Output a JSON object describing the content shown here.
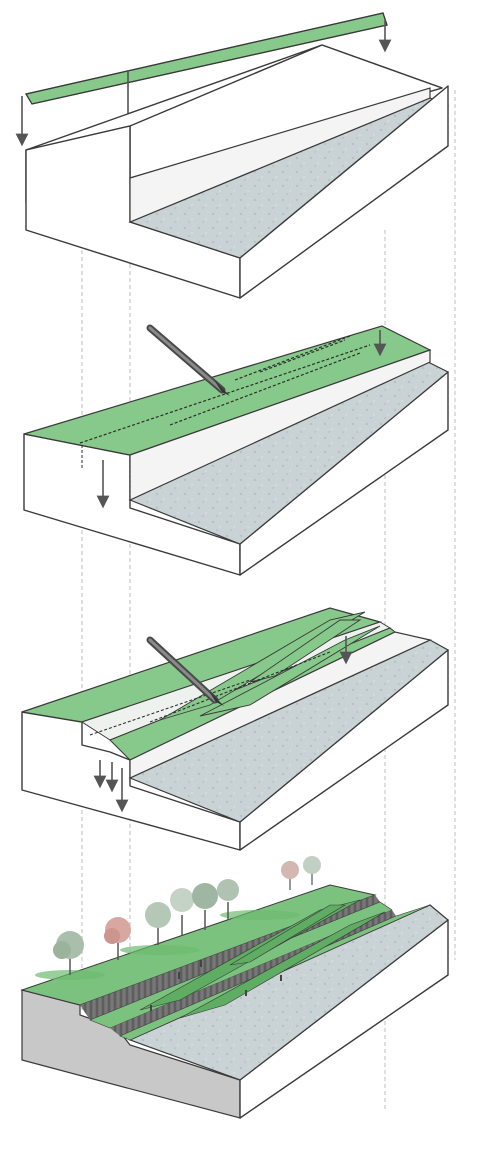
{
  "colors": {
    "green_surface": "#86c98a",
    "green_dark": "#5aa85f",
    "water": "#c9d2d4",
    "water_texture": "#b4bec1",
    "outline": "#3a3a3a",
    "guide_dash": "#b8b8b8",
    "arrow": "#555555",
    "tree_canopy": "#9fb7a2",
    "tree_pink": "#d9a7a1",
    "section_grey": "#c8c8c8"
  },
  "steps": [
    {
      "id": "step-1",
      "description_icon": "lift-slab-arrows"
    },
    {
      "id": "step-2",
      "description_icon": "cut-knife"
    },
    {
      "id": "step-3",
      "description_icon": "fold-terraces-knife"
    },
    {
      "id": "step-4",
      "description_icon": "planted-result"
    }
  ],
  "icons": [
    "down-arrow-icon",
    "knife-icon",
    "tree-icon"
  ]
}
